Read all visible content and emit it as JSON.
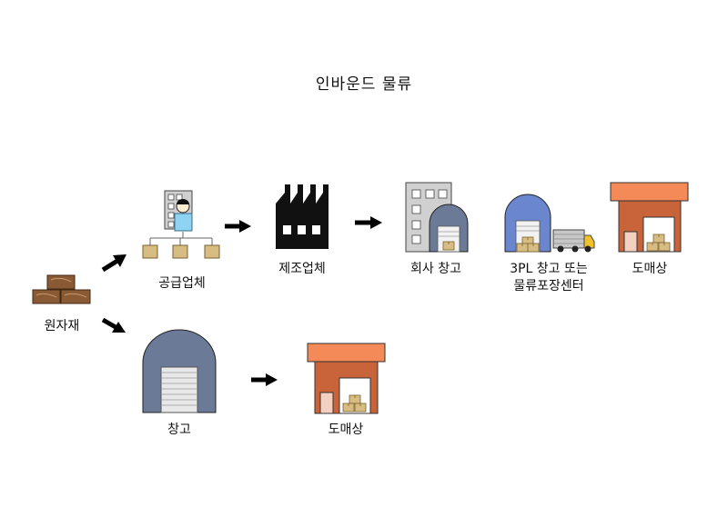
{
  "title": "인바운드 물류",
  "labels": {
    "raw_material": "원자재",
    "supplier": "공급업체",
    "manufacturer": "제조업체",
    "company_warehouse": "회사 창고",
    "third_party_line1": "3PL 창고 또는",
    "third_party_line2": "물류포장센터",
    "wholesaler_top": "도매상",
    "warehouse": "창고",
    "wholesaler_bottom": "도매상"
  },
  "colors": {
    "warehouse_gray": "#6b7a96",
    "warehouse_blue": "#6a86cf",
    "building_orange": "#c8633a",
    "roof_orange": "#f48a57",
    "box": "#d8bd82",
    "wood": "#8a5a35",
    "arrow": "#000000"
  }
}
